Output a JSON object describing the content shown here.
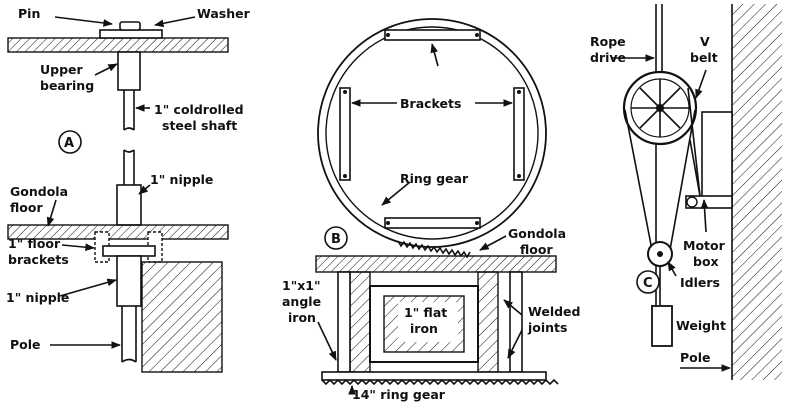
{
  "panel_a": {
    "marker": "A",
    "labels": {
      "pin": "Pin",
      "washer": "Washer",
      "upper_bearing_1": "Upper",
      "upper_bearing_2": "bearing",
      "shaft_1": "1\" coldrolled",
      "shaft_2": "steel shaft",
      "gondola_floor_1": "Gondola",
      "gondola_floor_2": "floor",
      "nipple_upper": "1\" nipple",
      "floor_brackets_1": "1\" floor",
      "floor_brackets_2": "brackets",
      "nipple_lower": "1\" nipple",
      "pole": "Pole"
    }
  },
  "panel_b": {
    "marker": "B",
    "labels": {
      "brackets": "Brackets",
      "ring_gear": "Ring gear",
      "gondola_floor_1": "Gondola",
      "gondola_floor_2": "floor",
      "angle_iron_1": "1\"x1\"",
      "angle_iron_2": "angle",
      "angle_iron_3": "iron",
      "flat_iron_1": "1\" flat",
      "flat_iron_2": "iron",
      "welded_1": "Welded",
      "welded_2": "joints",
      "ring_gear_14": "14\" ring gear"
    }
  },
  "panel_c": {
    "marker": "C",
    "labels": {
      "rope_drive_1": "Rope",
      "rope_drive_2": "drive",
      "v_belt_1": "V",
      "v_belt_2": "belt",
      "motor_box_1": "Motor",
      "motor_box_2": "box",
      "idlers": "Idlers",
      "weight": "Weight",
      "pole": "Pole"
    }
  }
}
